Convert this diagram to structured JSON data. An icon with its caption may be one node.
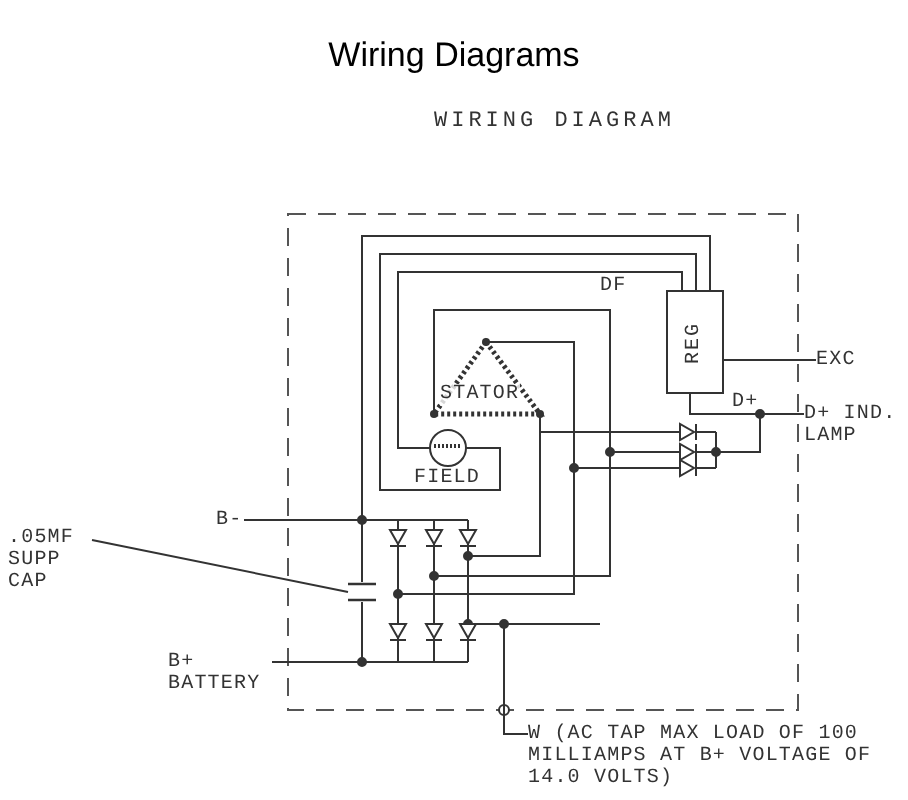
{
  "diagram": {
    "title": "Wiring Diagrams",
    "nodes": [
      {
        "text": [
          "REG"
        ]
      },
      {
        "text": [
          "STATOR"
        ]
      },
      {
        "text": [
          "FIELD"
        ]
      },
      {
        "text": [
          ".05MF SUPP CAP"
        ]
      },
      {
        "text": [],
        "shape": "capacitor"
      },
      {
        "text": [
          "EXC"
        ]
      },
      {
        "text": [
          "D+ IND. LAMP"
        ]
      },
      {
        "text": [
          "B-"
        ]
      },
      {
        "text": [
          "B+ BATTERY"
        ]
      },
      {
        "text": [
          "W (AC TAP MAX LOAD OF 100 MILLIAMPS AT B+ VOLTAGE OF 14.0 VOLTS)"
        ]
      },
      {
        "text": [],
        "shape": "diode"
      },
      {
        "text": [],
        "shape": "diode"
      }
    ],
    "edges": [
      {
        "from": 3,
        "to": 4,
        "arrow": "none"
      },
      {
        "from": 0,
        "to": 4,
        "arrow": "none"
      },
      {
        "from": 0,
        "to": 2,
        "arrow": "none"
      },
      {
        "from": 0,
        "to": 2,
        "arrow": "none"
      },
      {
        "from": 0,
        "to": 5,
        "arrow": "none"
      },
      {
        "from": 0,
        "to": 6,
        "arrow": "none"
      },
      {
        "from": 11,
        "to": 6,
        "arrow": "none"
      },
      {
        "from": 7,
        "to": 10,
        "arrow": "none"
      },
      {
        "from": 8,
        "to": 10,
        "arrow": "none"
      },
      {
        "from": 10,
        "to": 9,
        "arrow": "none"
      },
      {
        "from": 1,
        "to": 10,
        "arrow": "none"
      },
      {
        "from": 1,
        "to": 10,
        "arrow": "none"
      },
      {
        "from": 1,
        "to": 10,
        "arrow": "none"
      },
      {
        "from": 1,
        "to": 11,
        "arrow": "none"
      },
      {
        "from": 1,
        "to": 11,
        "arrow": "none"
      },
      {
        "from": 1,
        "to": 11,
        "arrow": "none"
      },
      {
        "from": 4,
        "to": 10,
        "arrow": "none"
      }
    ],
    "labels": [
      "WIRING DIAGRAM",
      "DF",
      "D+"
    ]
  }
}
